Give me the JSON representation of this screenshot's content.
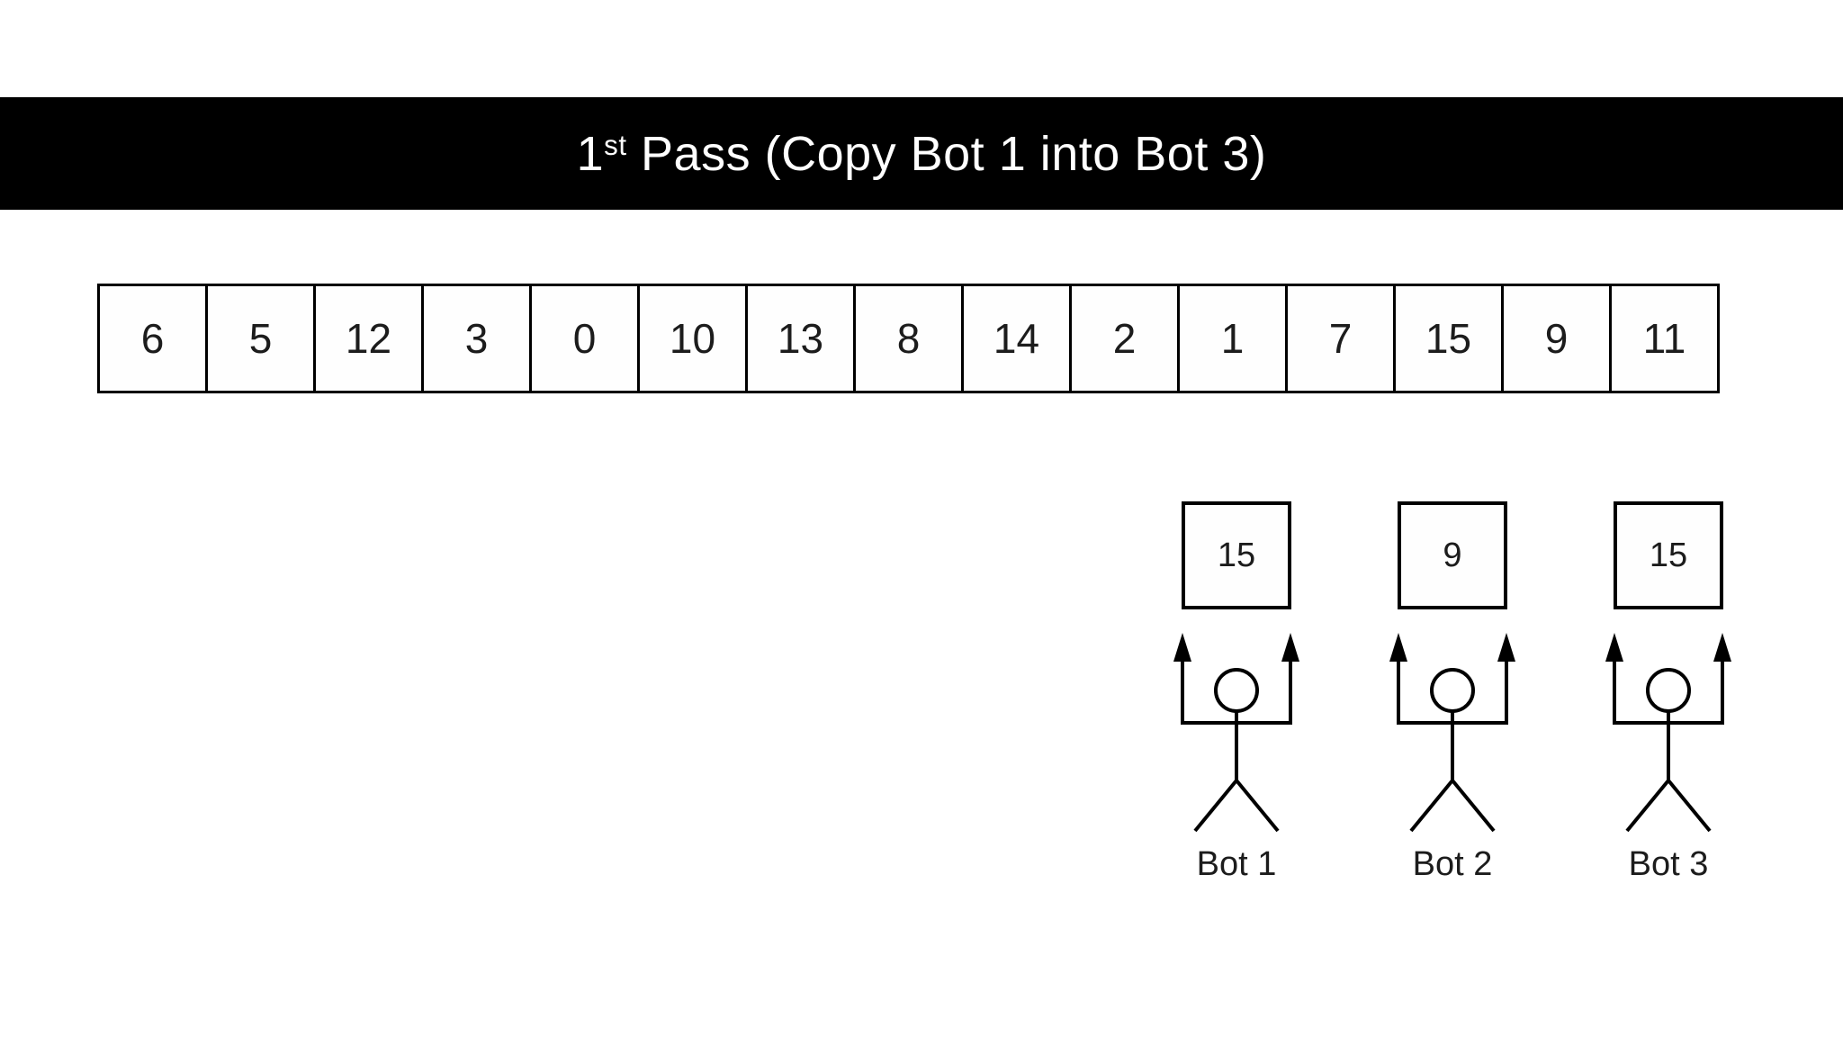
{
  "title": {
    "number": "1",
    "ordinal": "st",
    "rest": " Pass (Copy Bot 1 into Bot 3)"
  },
  "array": {
    "cells": [
      "6",
      "5",
      "12",
      "3",
      "0",
      "10",
      "13",
      "8",
      "14",
      "2",
      "1",
      "7",
      "15",
      "9",
      "11"
    ]
  },
  "bots": [
    {
      "value": "15",
      "label": "Bot 1"
    },
    {
      "value": "9",
      "label": "Bot 2"
    },
    {
      "value": "15",
      "label": "Bot 3"
    }
  ],
  "colors": {
    "bar_background": "#000000",
    "bar_text": "#ffffff",
    "line": "#000000",
    "background": "#ffffff"
  }
}
